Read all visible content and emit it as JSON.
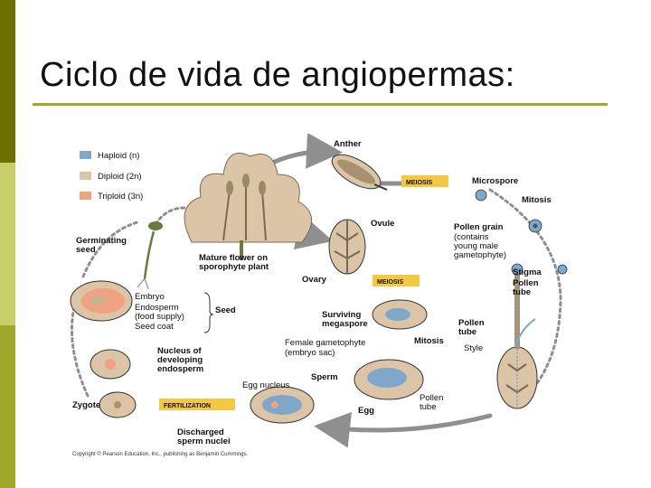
{
  "slide": {
    "title": "Ciclo de vida de angiopermas:"
  },
  "colors": {
    "sidebar_dark": "#6b7000",
    "sidebar_mid": "#9ea72a",
    "sidebar_light": "#c8cf6a",
    "rule": "#9ea72a",
    "haploid": "#7fa7c9",
    "diploid": "#dcc4a6",
    "triploid": "#f0a283",
    "meiosis_box": "#f5c842",
    "arrow": "#8f8f8f"
  },
  "legend": {
    "haploid": "Haploid (n)",
    "diploid": "Diploid (2n)",
    "triploid": "Triploid (3n)"
  },
  "labels": {
    "anther": "Anther",
    "meiosis_1": "MEIOSIS",
    "microspore": "Microspore",
    "mitosis_1": "Mitosis",
    "ovule": "Ovule",
    "pollen_grain": "Pollen grain",
    "pollen_grain_note_1": "(contains",
    "pollen_grain_note_2": "young male",
    "pollen_grain_note_3": "gametophyte)",
    "germinating_seed_1": "Germinating",
    "germinating_seed_2": "seed",
    "mature_flower_1": "Mature flower on",
    "mature_flower_2": "sporophyte plant",
    "ovary": "Ovary",
    "meiosis_2": "MEIOSIS",
    "stigma": "Stigma",
    "pollen_tube_1a": "Pollen",
    "pollen_tube_1b": "tube",
    "embryo": "Embryo",
    "endosperm_1": "Endosperm",
    "endosperm_2": "(food supply)",
    "seed_coat": "Seed coat",
    "seed": "Seed",
    "surviving_megaspore_1": "Surviving",
    "surviving_megaspore_2": "megaspore",
    "pollen_tube_2a": "Pollen",
    "pollen_tube_2b": "tube",
    "female_gametophyte_1": "Female gametophyte",
    "female_gametophyte_2": "(embryo sac)",
    "mitosis_2": "Mitosis",
    "style": "Style",
    "nucleus_1": "Nucleus of",
    "nucleus_2": "developing",
    "nucleus_3": "endosperm",
    "sperm": "Sperm",
    "egg_nucleus": "Egg nucleus",
    "pollen_tube_3a": "Pollen",
    "pollen_tube_3b": "tube",
    "egg": "Egg",
    "zygote": "Zygote",
    "fertilization": "FERTILIZATION",
    "discharged_1": "Discharged",
    "discharged_2": "sperm nuclei",
    "copyright": "Copyright © Pearson Education, Inc., publishing as Benjamin Cummings."
  }
}
